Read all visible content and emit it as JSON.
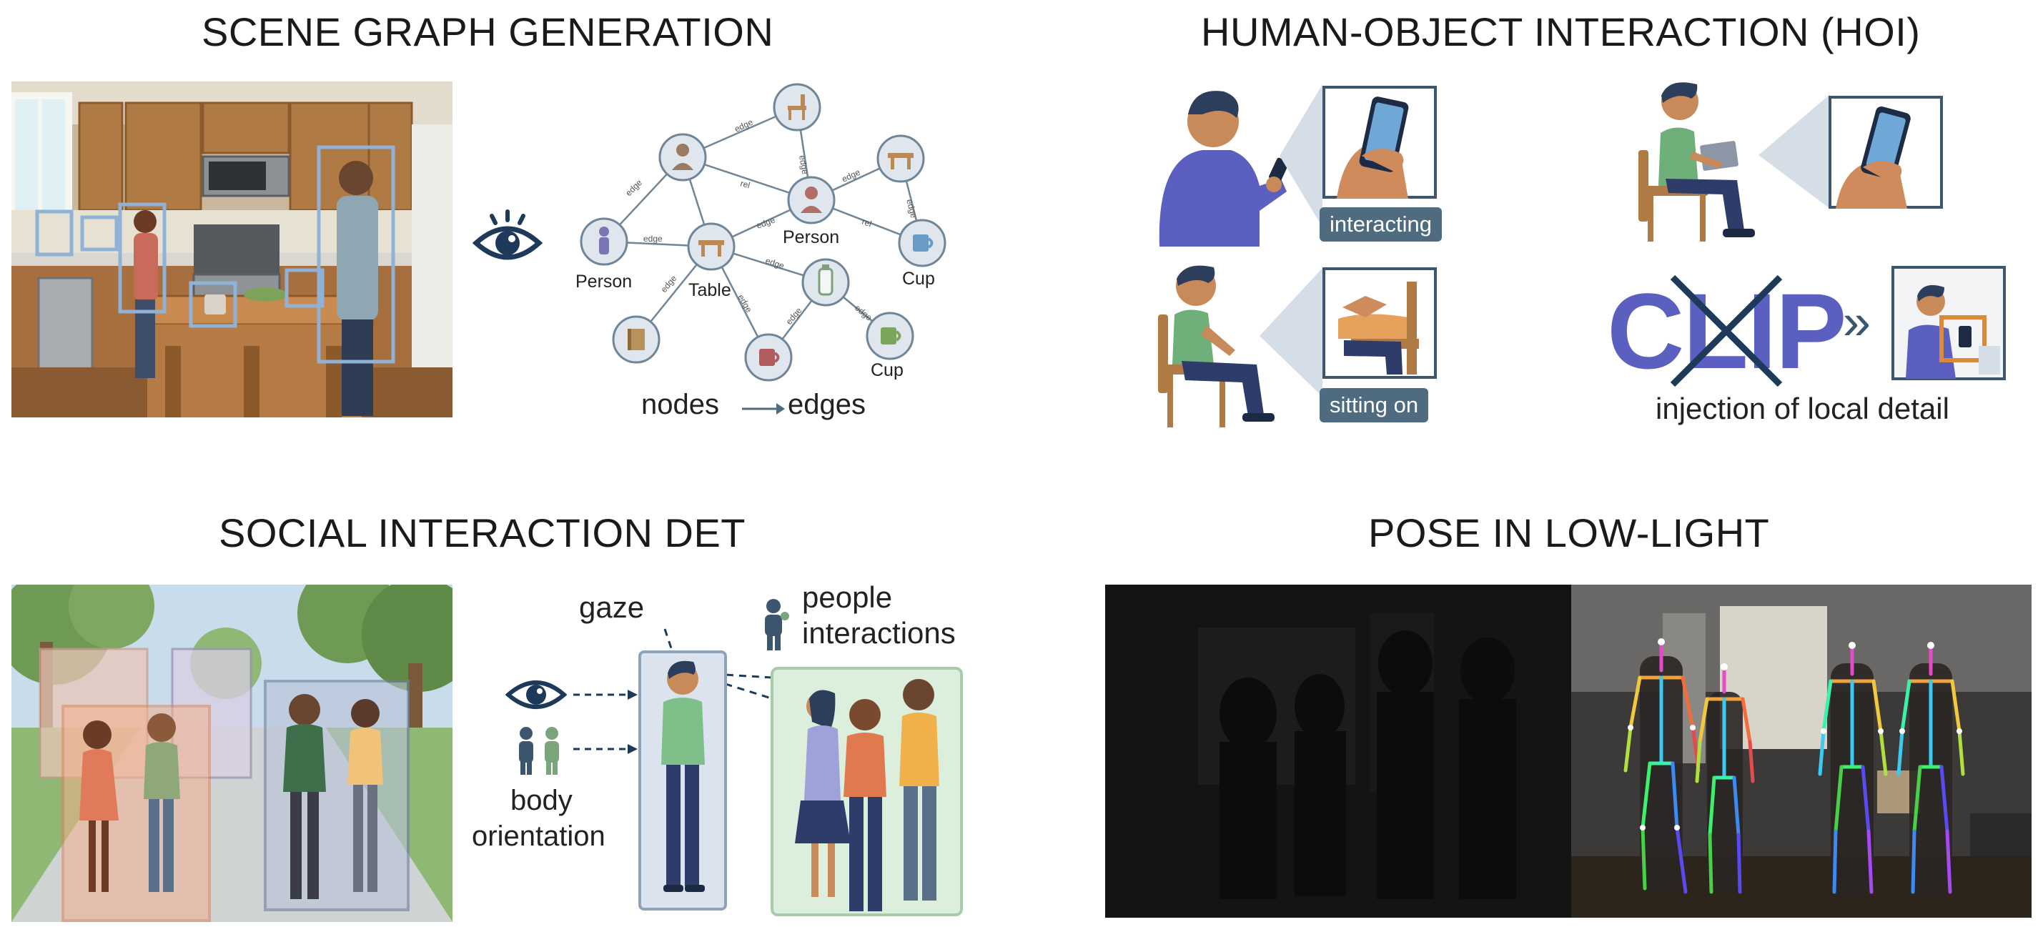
{
  "panels": {
    "sgg": {
      "title": "SCENE GRAPH GENERATION",
      "nodes": {
        "person_left": "Person",
        "person_center": "Person",
        "table": "Table",
        "cup_right": "Cup",
        "cup_bottom": "Cup"
      },
      "caption_nodes": "nodes",
      "caption_edges": "edges"
    },
    "hoi": {
      "title": "HUMAN-OBJECT INTERACTION (HOI)",
      "tag_interacting": "interacting",
      "tag_sitting": "sitting on",
      "clip_text": "CLIP",
      "arrow_glyph": "»",
      "caption": "injection of local detail"
    },
    "social": {
      "title": "SOCIAL INTERACTION DET",
      "label_gaze": "gaze",
      "label_people_1": "people",
      "label_people_2": "interactions",
      "label_body_1": "body",
      "label_body_2": "orientation"
    },
    "pose": {
      "title": "POSE IN LOW-LIGHT"
    }
  },
  "icons": [
    "eye-icon",
    "people-icon",
    "person-icon",
    "cup-icon",
    "table-icon",
    "phone-icon",
    "chair-icon",
    "book-icon",
    "bottle-icon"
  ],
  "colors": {
    "node_fill": "#dfe6ed",
    "node_stroke": "#6f8598",
    "accent_blue": "#5a5fc0",
    "accent_green": "#6fa07a",
    "tag_bg": "#4f6b80",
    "dark_bg": "#141414"
  }
}
